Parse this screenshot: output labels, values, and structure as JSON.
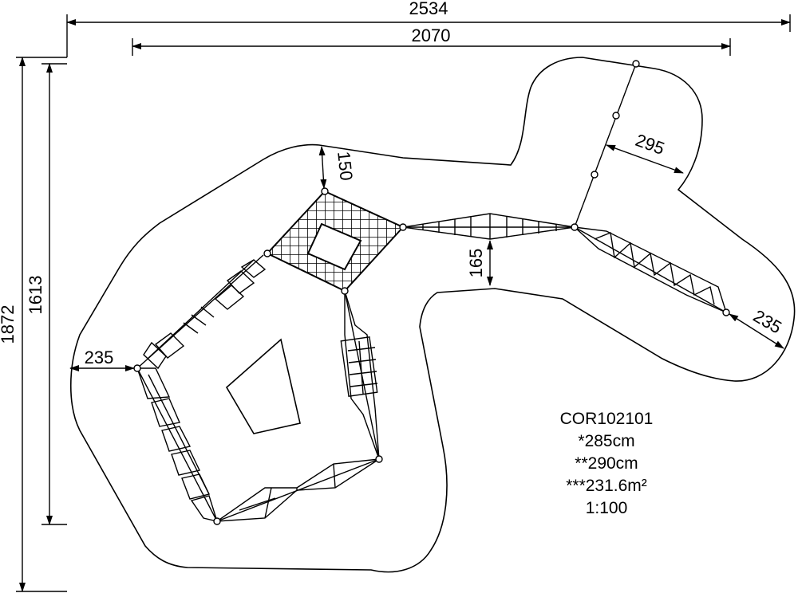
{
  "dimensions": {
    "overall_width": "2534",
    "inner_width": "2070",
    "overall_height": "1872",
    "inner_height": "1613",
    "clearance_top": "150",
    "clearance_mid": "165",
    "clearance_left": "235",
    "clearance_right": "235",
    "clearance_upper_right": "295"
  },
  "info": {
    "code": "COR102101",
    "height_1": "*285cm",
    "height_2": "**290cm",
    "area": "***231.6m²",
    "scale": "1:100"
  }
}
